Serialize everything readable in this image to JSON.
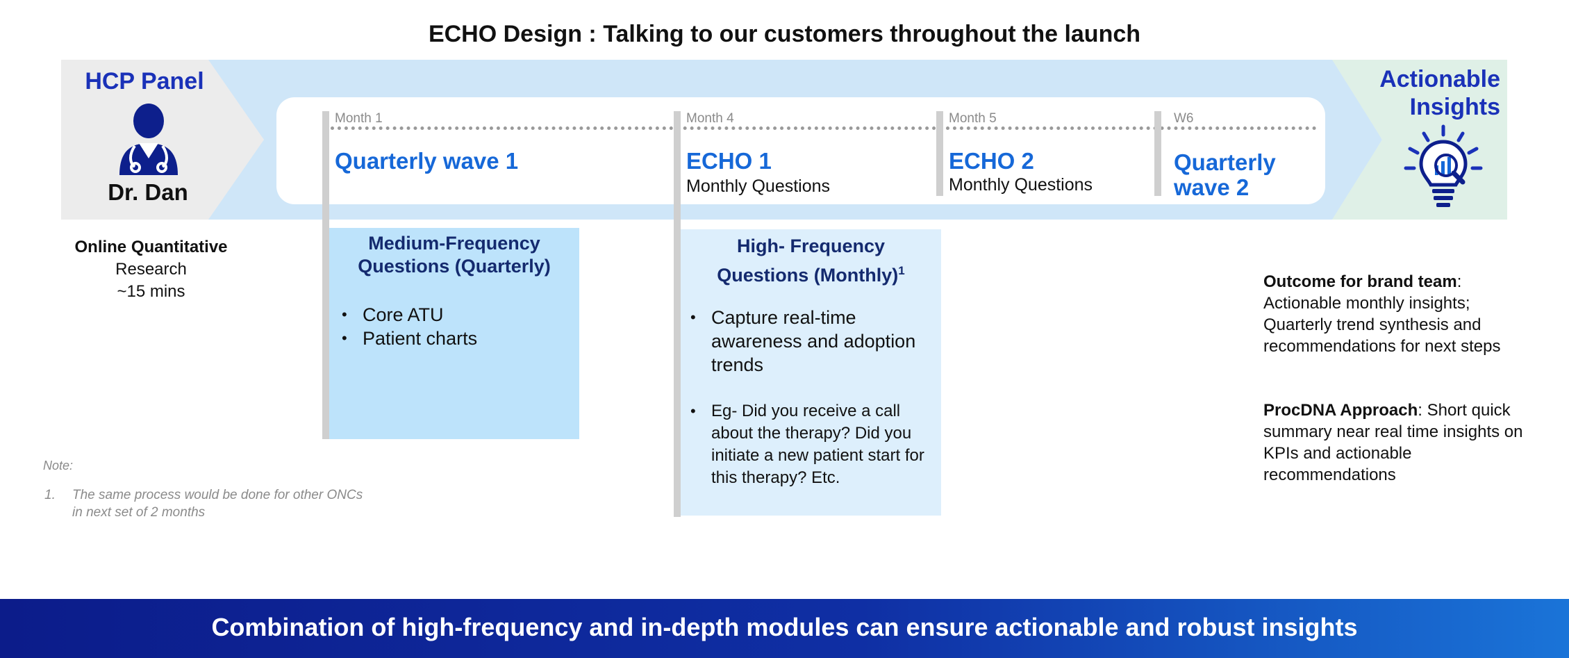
{
  "title": "ECHO Design : Talking to our customers throughout the launch",
  "hcp": {
    "panel_label": "HCP Panel",
    "name": "Dr. Dan",
    "icon": "doctor-icon"
  },
  "insights": {
    "label_line1": "Actionable",
    "label_line2": "Insights",
    "icon": "lightbulb-analytics-icon"
  },
  "timeline": [
    {
      "month": "Month 1",
      "wave_line1": "Quarterly wave 1",
      "wave_line2": "",
      "sub": ""
    },
    {
      "month": "Month 4",
      "wave_line1": "ECHO 1",
      "wave_line2": "",
      "sub": "Monthly Questions"
    },
    {
      "month": "Month 5",
      "wave_line1": "ECHO 2",
      "wave_line2": "",
      "sub": "Monthly Questions"
    },
    {
      "month": "W6",
      "wave_line1": "Quarterly",
      "wave_line2": "wave 2",
      "sub": ""
    }
  ],
  "research": {
    "line1": "Online Quantitative",
    "line2": "Research",
    "line3": "~15 mins"
  },
  "medium": {
    "title_line1": "Medium-Frequency",
    "title_line2": "Questions (Quarterly)",
    "bullets": [
      "Core ATU",
      "Patient charts"
    ]
  },
  "high": {
    "title_line1": "High- Frequency",
    "title_line2": "Questions (Monthly)",
    "footnote_marker": "1",
    "bullet1": "Capture real-time awareness and adoption trends",
    "bullet2": "Eg- Did you receive a call about the therapy? Did you initiate a new patient start for this therapy? Etc."
  },
  "outcome": {
    "label": "Outcome for brand team",
    "text": ": Actionable monthly insights; Quarterly trend synthesis and recommendations for next steps"
  },
  "approach": {
    "label": "ProcDNA Approach",
    "text": ": Short quick summary near real time insights on KPIs and actionable recommendations"
  },
  "note": {
    "label": "Note:",
    "number": "1.",
    "text": "The same process would be done for other ONCs in next set of 2 months"
  },
  "footer": "Combination of high-frequency and in-depth modules can ensure actionable and robust insights",
  "colors": {
    "accent_blue": "#1668d8",
    "panel_title_blue": "#1a31b8",
    "footer_blue": "#0f2fa4"
  }
}
